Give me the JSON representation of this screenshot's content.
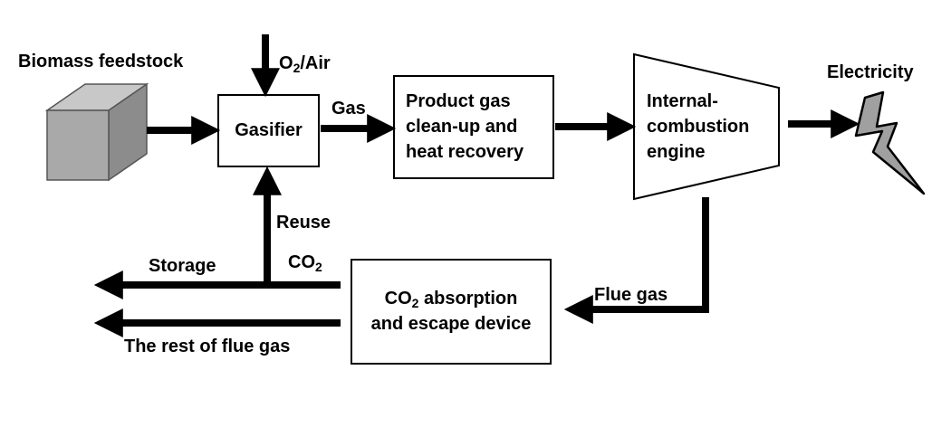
{
  "labels": {
    "biomass": "Biomass feedstock",
    "o2_pre": "O",
    "o2_sub": "2",
    "o2_post": "/Air",
    "gas": "Gas",
    "electricity": "Electricity",
    "reuse": "Reuse",
    "storage": "Storage",
    "co2_pre": "CO",
    "co2_sub": "2",
    "flue_gas": "Flue gas",
    "rest_flue_gas": "The rest of flue gas"
  },
  "boxes": {
    "gasifier": "Gasifier",
    "product_gas": [
      "Product gas",
      "clean-up and",
      "heat recovery"
    ],
    "engine": [
      "Internal-",
      "combustion",
      "engine"
    ],
    "absorption_pre": "CO",
    "absorption_sub": "2",
    "absorption_post": " absorption",
    "absorption_line2": "and escape device"
  },
  "colors": {
    "stroke": "#000000",
    "cube_front": "#a9a9a9",
    "cube_top": "#c8c8c8",
    "cube_side": "#8c8c8c",
    "bolt": "#a0a0a0"
  },
  "icons": {
    "biomass": "cube-icon",
    "electricity": "lightning-bolt-icon"
  }
}
